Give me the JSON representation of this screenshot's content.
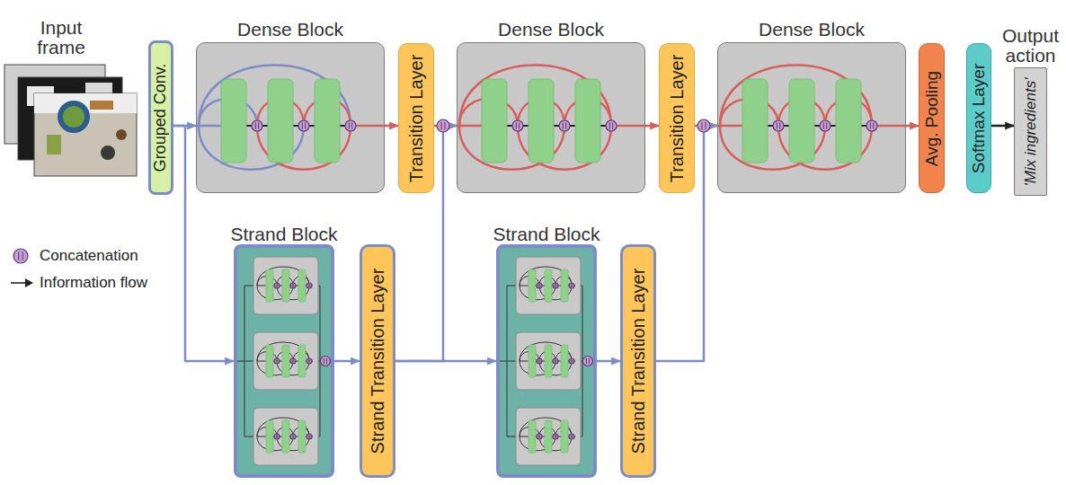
{
  "diagram": {
    "nodes": [
      {
        "text": [
          "Grouped Conv."
        ]
      },
      {
        "text": [
          "Dense Block"
        ]
      },
      {
        "text": [
          "Transition Layer"
        ]
      },
      {
        "text": [
          "Dense Block"
        ]
      },
      {
        "text": [
          "Transition Layer"
        ]
      },
      {
        "text": [
          "Dense Block"
        ]
      },
      {
        "text": [
          "Avg. Pooling"
        ]
      },
      {
        "text": [
          "Softmax Layer"
        ]
      },
      {
        "text": [
          "Output action",
          "'Mix ingredients'"
        ]
      },
      {
        "text": [
          "Strand Block"
        ]
      },
      {
        "text": [
          "Strand Transition Layer"
        ]
      },
      {
        "text": [
          "Strand Block"
        ]
      },
      {
        "text": [
          "Strand Transition Layer"
        ]
      }
    ],
    "edges": [
      {
        "from": 0,
        "to": 1,
        "arrow": "to"
      },
      {
        "from": 1,
        "to": 2,
        "arrow": "to"
      },
      {
        "from": 2,
        "to": 3,
        "arrow": "to"
      },
      {
        "from": 3,
        "to": 4,
        "arrow": "to"
      },
      {
        "from": 4,
        "to": 5,
        "arrow": "to"
      },
      {
        "from": 5,
        "to": 6,
        "arrow": "to"
      },
      {
        "from": 7,
        "to": 8,
        "arrow": "to"
      },
      {
        "from": 0,
        "to": 9,
        "arrow": "to"
      },
      {
        "from": 9,
        "to": 10,
        "arrow": "to"
      },
      {
        "from": 10,
        "to": 11,
        "arrow": "to"
      },
      {
        "from": 10,
        "to": 3,
        "arrow": "to"
      },
      {
        "from": 11,
        "to": 12,
        "arrow": "to"
      },
      {
        "from": 12,
        "to": 5,
        "arrow": "to"
      }
    ],
    "labels": [
      "Input frame"
    ],
    "legend": [
      {
        "text": "Concatenation"
      },
      {
        "text": "Information flow"
      }
    ]
  }
}
